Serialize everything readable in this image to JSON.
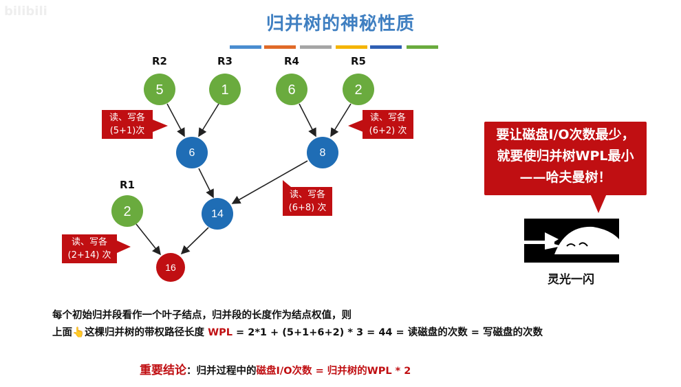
{
  "watermark": "bilibili",
  "title": "归并树的神秘性质",
  "colors": {
    "accent": "#3f7fc1",
    "leaf": "#6aab3e",
    "internal": "#1f6db5",
    "root": "#c00f12",
    "callout": "#c00f12"
  },
  "title_bars": [
    "#4a8dd0",
    "#e06a28",
    "#a5a5a5",
    "#f4b400",
    "#2f5fb3",
    "#6aab3e"
  ],
  "runs": [
    {
      "label": "R2",
      "value": "5"
    },
    {
      "label": "R3",
      "value": "1"
    },
    {
      "label": "R4",
      "value": "6"
    },
    {
      "label": "R5",
      "value": "2"
    },
    {
      "label": "R1",
      "value": "2"
    }
  ],
  "internal_nodes": [
    "6",
    "8",
    "14"
  ],
  "root_node": "16",
  "callouts": [
    {
      "line1": "读、写各",
      "line2": "(5+1)次"
    },
    {
      "line1": "读、写各",
      "line2": "(6+2) 次"
    },
    {
      "line1": "读、写各",
      "line2": "(6+8) 次"
    },
    {
      "line1": "读、写各",
      "line2": "(2+14) 次"
    }
  ],
  "insight": {
    "line1": "要让磁盘I/O次数最少，",
    "line2": "就要使归并树WPL最小",
    "line3": "——哈夫曼树！",
    "caption": "灵光一闪"
  },
  "text": {
    "line1": "每个初始归并段看作一个叶子结点，归并段的长度作为结点权值，则",
    "line2_a": "上面",
    "pointer_icon": "👆",
    "line2_b": "这棵归并树的带权路径长度 ",
    "wpl": "WPL",
    "line2_c": " =  2*1 + (5+1+6+2) * 3 =  44  = 读磁盘的次数 = 写磁盘的次数",
    "conclusion_label": "重要结论",
    "conclusion_a": "：归并过程中的",
    "conclusion_b": "磁盘I/O次数 = 归并树的WPL * 2"
  }
}
